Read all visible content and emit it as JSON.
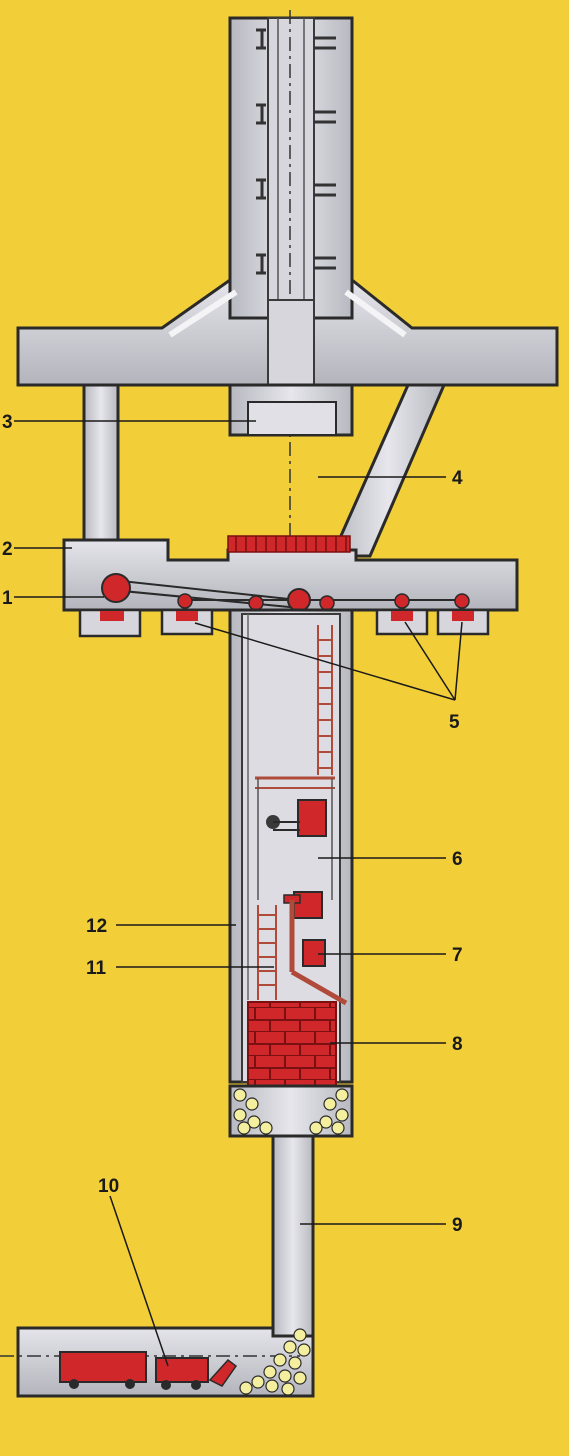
{
  "diagram": {
    "callouts": [
      {
        "id": "c1",
        "label": "1"
      },
      {
        "id": "c2",
        "label": "2"
      },
      {
        "id": "c3",
        "label": "3"
      },
      {
        "id": "c4",
        "label": "4"
      },
      {
        "id": "c5",
        "label": "5"
      },
      {
        "id": "c6",
        "label": "6"
      },
      {
        "id": "c7",
        "label": "7"
      },
      {
        "id": "c8",
        "label": "8"
      },
      {
        "id": "c9",
        "label": "9"
      },
      {
        "id": "c10",
        "label": "10"
      },
      {
        "id": "c11",
        "label": "11"
      },
      {
        "id": "c12",
        "label": "12"
      }
    ]
  },
  "colors": {
    "background": "#f2cf38",
    "rock_fill": "#c9c9cf",
    "rock_light": "#dedee4",
    "rock_edge": "#2a2a2a",
    "equipment_red": "#d0282a",
    "muck_fill": "#f3ef9e",
    "label_text": "#1a1a1a"
  }
}
